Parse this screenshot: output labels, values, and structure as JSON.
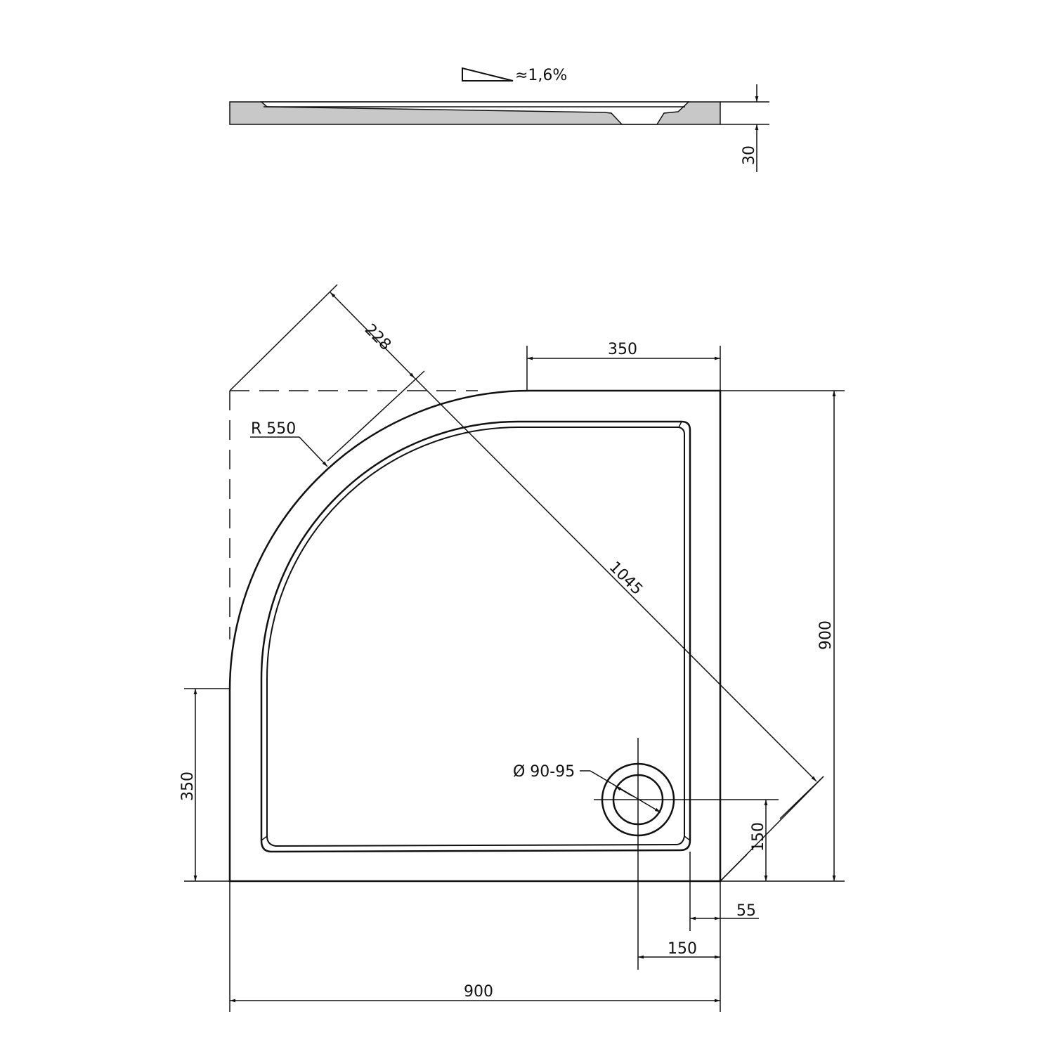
{
  "section": {
    "slope_label": "≈1,6%",
    "height_label": "30"
  },
  "plan": {
    "radius_label": "R 550",
    "diagonal_offset_label": "228",
    "diagonal_label": "1045",
    "top_straight_label": "350",
    "side_straight_label": "350",
    "height_label": "900",
    "width_label": "900",
    "drain_diameter_label": "Ø 90-95",
    "drain_x_label": "150",
    "drain_y_label": "150",
    "rim_label": "55"
  },
  "colors": {
    "line": "#111111",
    "section_fill": "#c8c8c8"
  }
}
